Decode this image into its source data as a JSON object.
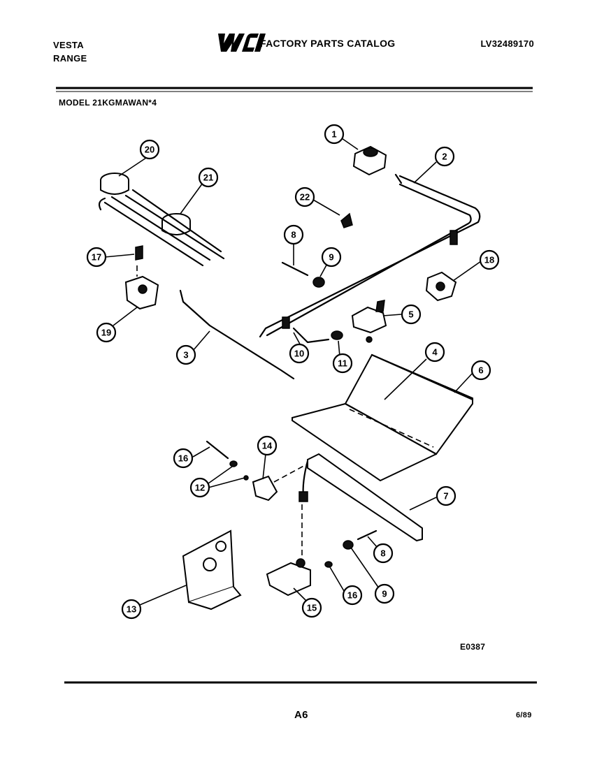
{
  "header": {
    "brand_line1": "VESTA",
    "brand_line2": "RANGE",
    "logo_text": "WCI",
    "catalog_title": "FACTORY PARTS CATALOG",
    "doc_number": "LV32489170",
    "model_label": "MODEL 21KGMAWAN*4"
  },
  "diagram": {
    "reference_code": "E0387",
    "callouts": [
      "1",
      "2",
      "3",
      "4",
      "5",
      "6",
      "7",
      "8",
      "9",
      "10",
      "11",
      "12",
      "13",
      "14",
      "15",
      "16",
      "17",
      "18",
      "19",
      "20",
      "21",
      "22",
      "8",
      "9",
      "16"
    ]
  },
  "footer": {
    "page_number": "A6",
    "date": "6/89"
  }
}
